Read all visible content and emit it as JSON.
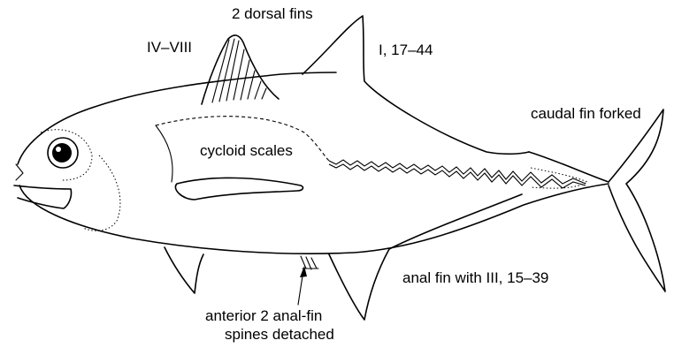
{
  "labels": {
    "dorsal_fins": "2 dorsal fins",
    "first_dorsal": "IV–VIII",
    "second_dorsal": "I, 17–44",
    "caudal": "caudal fin forked",
    "scales": "cycloid scales",
    "anal_fin": "anal fin with III, 15–39",
    "detached_spines_line1": "anterior 2 anal-fin",
    "detached_spines_line2": "spines detached"
  },
  "colors": {
    "ink": "#000000",
    "background": "#ffffff"
  },
  "icons": {
    "fish": "jack-fish-line-drawing",
    "pointer": "arrow-up-icon"
  }
}
